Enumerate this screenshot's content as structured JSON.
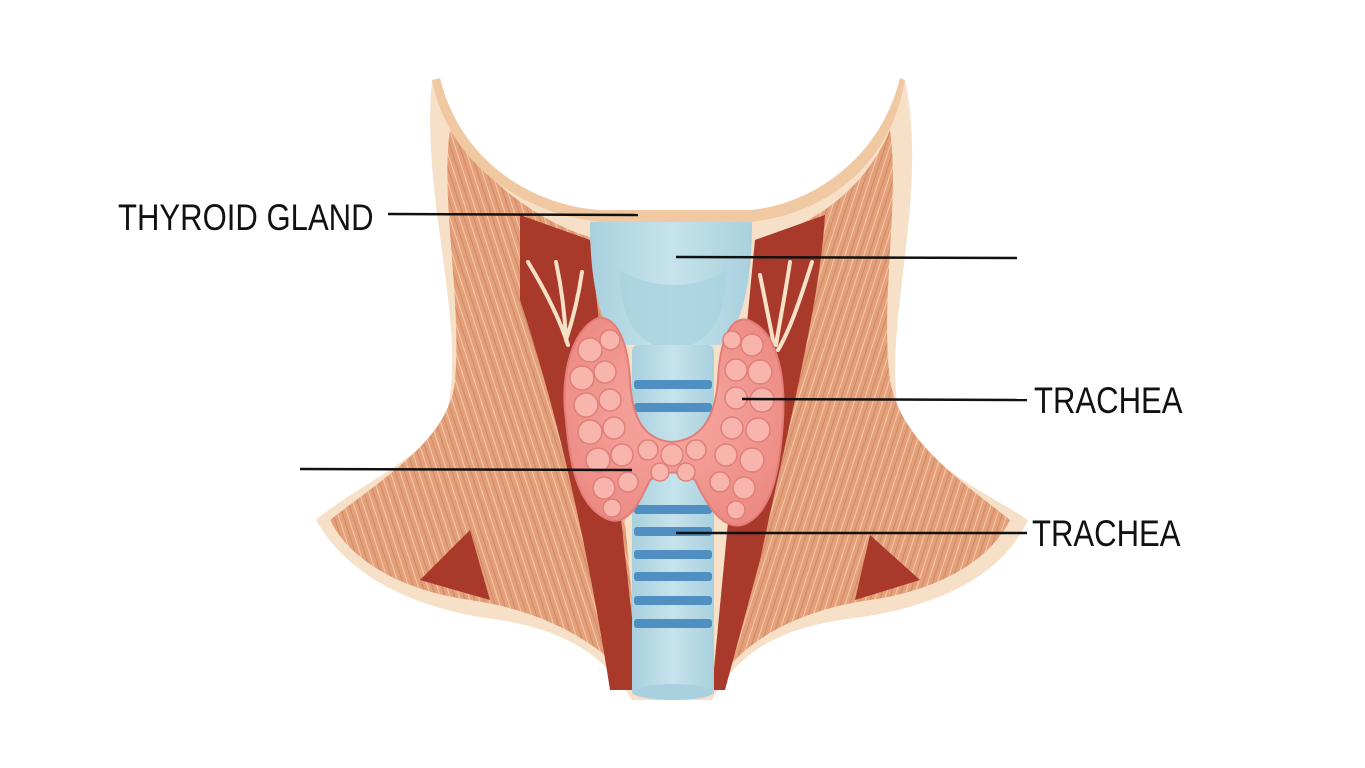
{
  "labels": {
    "thyroid_gland": "THYROID GLAND",
    "trachea_upper": "TRACHEA",
    "trachea_lower": "TRACHEA"
  },
  "colors": {
    "background": "#ffffff",
    "skin": "#f5dcc3",
    "muscle": "#e4a27c",
    "muscle_fiber": "#f6cdb0",
    "deep_muscle": "#a8392b",
    "thyroid": "#f29a93",
    "thyroid_lobule": "#f7b8b0",
    "trachea": "#b8dbe6",
    "trachea_ring": "#4f8fc2",
    "leader_line": "#111111"
  }
}
